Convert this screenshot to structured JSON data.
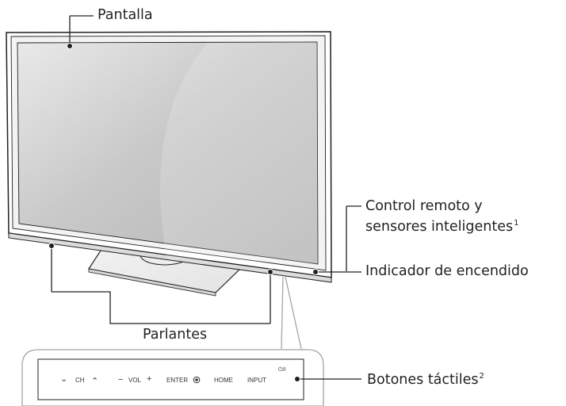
{
  "labels": {
    "screen": "Pantalla",
    "remote_line1": "Control remoto y",
    "remote_line2": "sensores inteligentes",
    "remote_sup": "1",
    "power_indicator": "Indicador de encendido",
    "speakers": "Parlantes",
    "touch_buttons": "Botones táctiles",
    "touch_sup": "2"
  },
  "touch_panel": {
    "ch_down_icon": "chevron-down",
    "ch": "CH",
    "ch_up_icon": "chevron-up",
    "vol_minus": "−",
    "vol": "VOL",
    "vol_plus": "+",
    "enter": "ENTER",
    "enter_icon": "target-dot",
    "home": "HOME",
    "input": "INPUT",
    "power": "⏻/I"
  }
}
